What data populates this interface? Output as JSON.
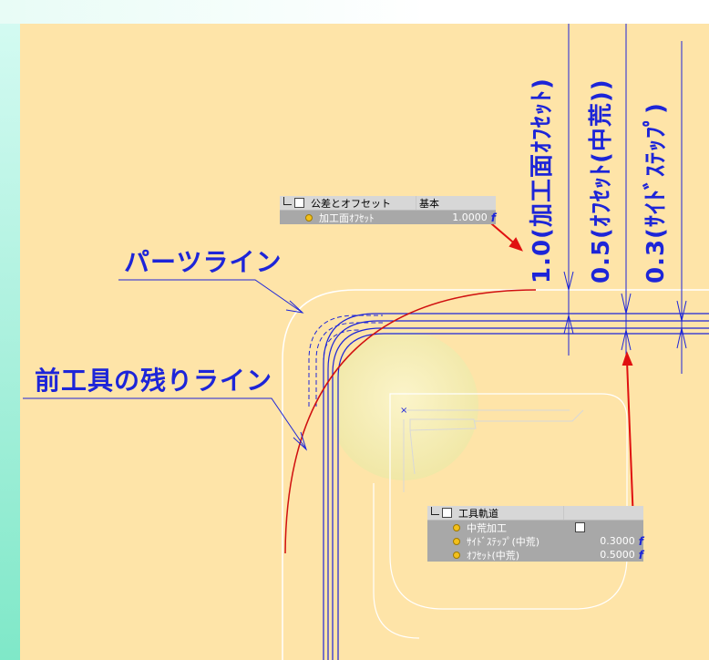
{
  "labels": {
    "part_line": "パーツライン",
    "prev_tool_line": "前工具の残りライン",
    "offset_machining": "1.0(加工面ｵﾌｾｯﾄ)",
    "offset_semi": "0.5(ｵﾌｾｯﾄ(中荒))",
    "side_step": "0.3(ｻｲﾄﾞｽﾃｯﾌﾟ)"
  },
  "panel_tolerance": {
    "title": "公差とオフセット",
    "title_value": "基本",
    "rows": [
      {
        "name": "加工面ｵﾌｾｯﾄ",
        "value": "1.0000",
        "flag": "f"
      }
    ]
  },
  "panel_toolpath": {
    "title": "工具軌道",
    "rows": [
      {
        "name": "中荒加工",
        "value": "",
        "flag": ""
      },
      {
        "name": "ｻｲﾄﾞｽﾃｯﾌﾟ(中荒)",
        "value": "0.3000",
        "flag": "f"
      },
      {
        "name": "ｵﾌｾｯﾄ(中荒)",
        "value": "0.5000",
        "flag": "f"
      }
    ]
  },
  "colors": {
    "background": "#fee4a8",
    "dimension": "#1d25d8",
    "arrow": "#e01010",
    "part": "#ffffff",
    "tool": "#fbf4c0"
  }
}
